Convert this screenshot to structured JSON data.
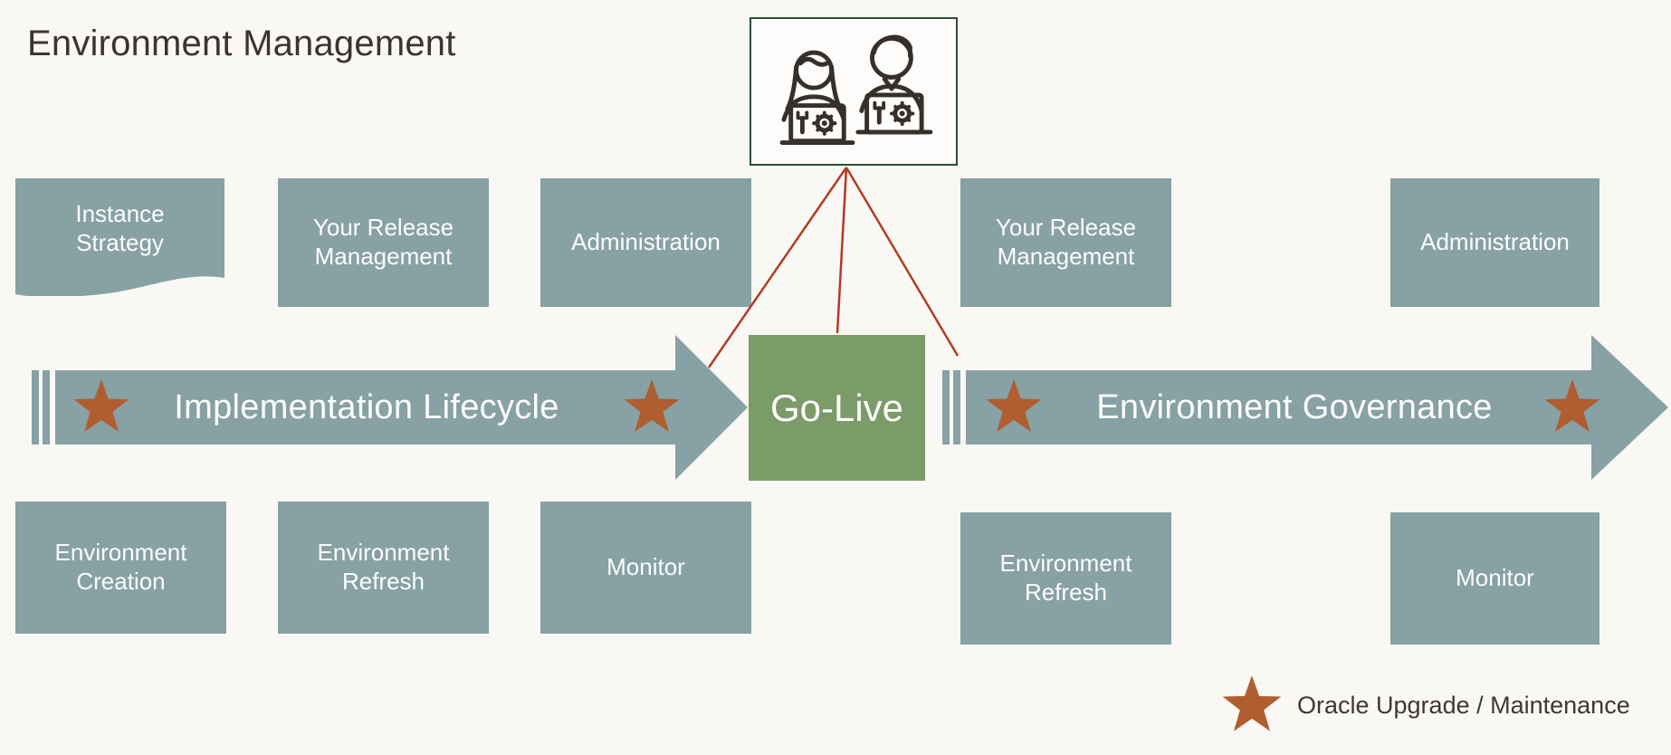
{
  "title": "Environment Management",
  "colors": {
    "background": "#faf8f4",
    "box_teal": "#87a1a4",
    "go_live_green": "#7b9b68",
    "star": "#b05d30",
    "connector_line": "#b23b26",
    "icon_box_border": "#2d4f35",
    "icon_stroke": "#35302c",
    "title_text": "#3a352f",
    "box_text": "#fdfdfd"
  },
  "header_icon": {
    "name": "people-at-laptops-icon"
  },
  "implementation": {
    "arrow_label": "Implementation Lifecycle",
    "top_boxes": [
      "Instance Strategy",
      "Your Release Management",
      "Administration"
    ],
    "bottom_boxes": [
      "Environment Creation",
      "Environment Refresh",
      "Monitor"
    ]
  },
  "go_live": {
    "label": "Go-Live"
  },
  "governance": {
    "arrow_label": "Environment Governance",
    "top_boxes": [
      "Your Release Management",
      "Administration"
    ],
    "bottom_boxes": [
      "Environment Refresh",
      "Monitor"
    ]
  },
  "legend": {
    "label": "Oracle Upgrade / Maintenance"
  }
}
